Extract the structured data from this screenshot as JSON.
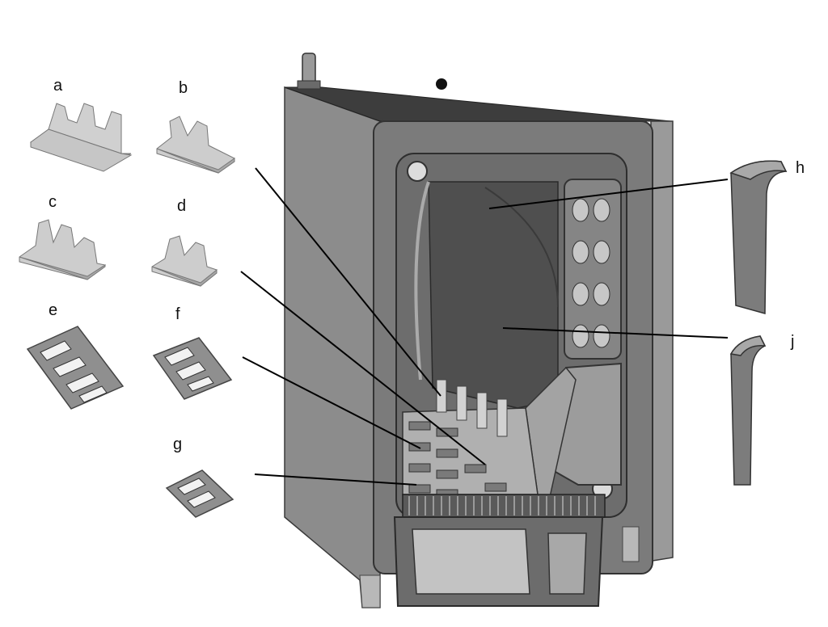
{
  "labels": {
    "a": "a",
    "b": "b",
    "c": "c",
    "d": "d",
    "e": "e",
    "f": "f",
    "g": "g",
    "h": "h",
    "j": "j"
  },
  "colors": {
    "part_light": "#cdcdcd",
    "part_mid": "#b4b4b4",
    "part_dark": "#8e8e8e",
    "body_front": "#7b7b7b",
    "body_side": "#8c8c8c",
    "inner": "#5c5c5c",
    "leader_line": "#000000"
  }
}
